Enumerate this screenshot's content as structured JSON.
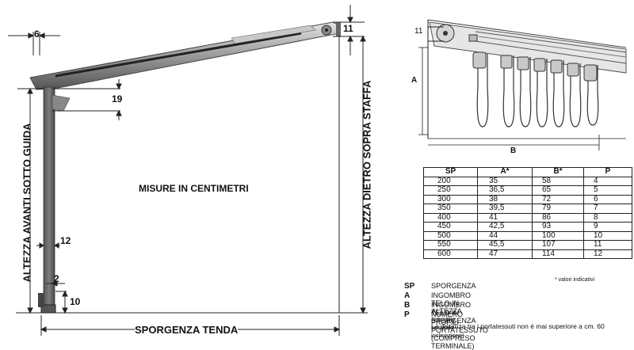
{
  "main_drawing": {
    "center_label": "MISURE  IN  CENTIMETRI",
    "bottom_label": "SPORGENZA   TENDA",
    "left_vertical_label": "ALTEZZA  AVANTI SOTTO GUIDA",
    "right_vertical_label": "ALTEZZA  DIETRO SOPRA STAFFA",
    "dim_top_left": "6",
    "dim_top_right": "11",
    "dim_bracket": "19",
    "dim_post_width": "12",
    "dim_foot_offset": "2",
    "dim_foot_height": "10"
  },
  "detail_drawing": {
    "dim_top": "11",
    "label_height": "A",
    "label_width": "B"
  },
  "table": {
    "headers": [
      "SP",
      "A*",
      "B*",
      "P"
    ],
    "rows": [
      [
        "200",
        "35",
        "58",
        "4"
      ],
      [
        "250",
        "36,5",
        "65",
        "5"
      ],
      [
        "300",
        "38",
        "72",
        "6"
      ],
      [
        "350",
        "39,5",
        "79",
        "7"
      ],
      [
        "400",
        "41",
        "86",
        "8"
      ],
      [
        "450",
        "42,5",
        "93",
        "9"
      ],
      [
        "500",
        "44",
        "100",
        "10"
      ],
      [
        "550",
        "45,5",
        "107",
        "11"
      ],
      [
        "600",
        "47",
        "114",
        "12"
      ]
    ],
    "note": "* valori indicativi"
  },
  "legend": {
    "sp_key": "SP",
    "sp_val": "SPORGENZA",
    "a_key": "A",
    "a_val": "INGOMBRO TELO IN ALTEZZA",
    "a_extra": "(variabile secondo inclinazione)",
    "b_key": "B",
    "b_val": "INGOMBRO TELO IN SPORGENZA",
    "p_key": "P",
    "p_val": "NUMERO PROFILI PORTATESSUTO (COMPRESO TERMINALE)",
    "p_extra": "La distanza tra i portatessuti non è mai superiore a cm. 60"
  }
}
